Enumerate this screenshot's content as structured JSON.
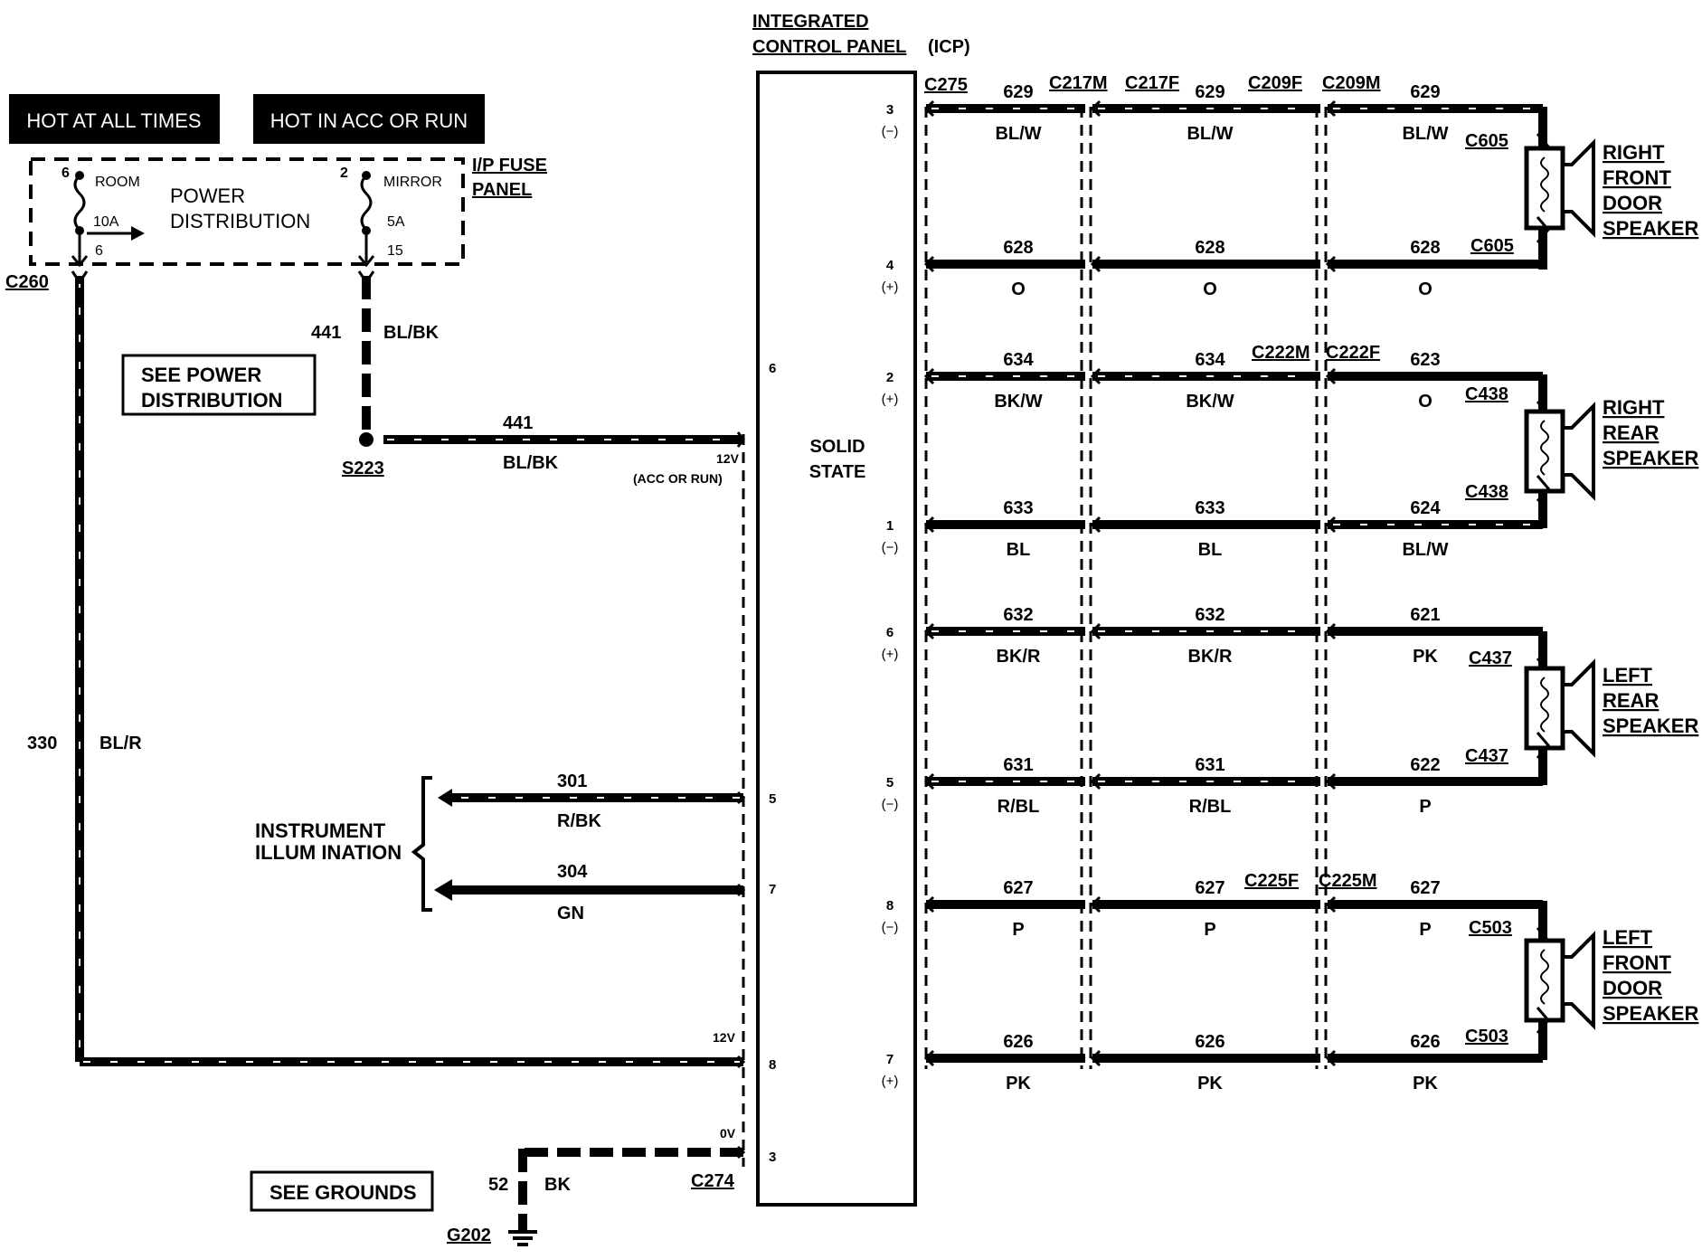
{
  "hot_boxes": {
    "hot_at_all_times": "HOT AT ALL TIMES",
    "hot_in_acc_or_run": "HOT IN ACC OR RUN"
  },
  "fuse_panel": {
    "title_line1": "I/P FUSE",
    "title_line2": "PANEL",
    "center_line1": "POWER",
    "center_line2": "DISTRIBUTION",
    "room": {
      "pin_in": "6",
      "name": "ROOM",
      "rating": "10A",
      "pin_out": "6"
    },
    "mirror": {
      "pin_in": "2",
      "name": "MIRROR",
      "rating": "5A",
      "pin_out": "15"
    }
  },
  "power_distribution_ref": {
    "line1": "SEE POWER",
    "line2": "DISTRIBUTION"
  },
  "grounds_ref": "SEE GROUNDS",
  "connectors": {
    "c260": "C260",
    "s223": "S223",
    "c274": "C274",
    "g202": "G202",
    "c275": "C275",
    "c217m": "C217M",
    "c217f": "C217F",
    "c209f": "C209F",
    "c209m": "C209M",
    "c222m": "C222M",
    "c222f": "C222F",
    "c225f": "C225F",
    "c225m": "C225M",
    "c605": "C605",
    "c438": "C438",
    "c437": "C437",
    "c503": "C503"
  },
  "power_wires": {
    "w441_num": "441",
    "w441_color": "BL/BK",
    "w330_num": "330",
    "w330_color": "BL/R",
    "w52_num": "52",
    "w52_color": "BK"
  },
  "instrument": {
    "label_line1": "INSTRUMENT",
    "label_line2": "ILLUM INATION",
    "w301_num": "301",
    "w301_color": "R/BK",
    "w304_num": "304",
    "w304_color": "GN"
  },
  "icp": {
    "title_line1": "INTEGRATED",
    "title_line2": "CONTROL PANEL",
    "title_suffix": "(ICP)",
    "center_line1": "SOLID",
    "center_line2": "STATE",
    "left_pins": {
      "p6": "6",
      "p5": "5",
      "p7": "7",
      "p8": "8",
      "p3": "3"
    },
    "volt_12v_acc": "12V",
    "acc_or_run": "(ACC OR RUN)",
    "volt_12v": "12V",
    "volt_0v": "0V",
    "right_pins": [
      {
        "num": "3",
        "pol": "(−)"
      },
      {
        "num": "4",
        "pol": "(+)"
      },
      {
        "num": "2",
        "pol": "(+)"
      },
      {
        "num": "1",
        "pol": "(−)"
      },
      {
        "num": "6",
        "pol": "(+)"
      },
      {
        "num": "5",
        "pol": "(−)"
      },
      {
        "num": "8",
        "pol": "(−)"
      },
      {
        "num": "7",
        "pol": "(+)"
      }
    ]
  },
  "speaker_wires": [
    {
      "a_num": "629",
      "a_color": "BL/W",
      "b_num": "629",
      "b_color": "BL/W",
      "c_num": "629",
      "c_color": "BL/W"
    },
    {
      "a_num": "628",
      "a_color": "O",
      "b_num": "628",
      "b_color": "O",
      "c_num": "628",
      "c_color": "O"
    },
    {
      "a_num": "634",
      "a_color": "BK/W",
      "b_num": "634",
      "b_color": "BK/W",
      "c_num": "623",
      "c_color": "O"
    },
    {
      "a_num": "633",
      "a_color": "BL",
      "b_num": "633",
      "b_color": "BL",
      "c_num": "624",
      "c_color": "BL/W"
    },
    {
      "a_num": "632",
      "a_color": "BK/R",
      "b_num": "632",
      "b_color": "BK/R",
      "c_num": "621",
      "c_color": "PK"
    },
    {
      "a_num": "631",
      "a_color": "R/BL",
      "b_num": "631",
      "b_color": "R/BL",
      "c_num": "622",
      "c_color": "P"
    },
    {
      "a_num": "627",
      "a_color": "P",
      "b_num": "627",
      "b_color": "P",
      "c_num": "627",
      "c_color": "P"
    },
    {
      "a_num": "626",
      "a_color": "PK",
      "b_num": "626",
      "b_color": "PK",
      "c_num": "626",
      "c_color": "PK"
    }
  ],
  "speakers": {
    "right_front": [
      "RIGHT",
      "FRONT",
      "DOOR",
      "SPEAKER"
    ],
    "right_rear": [
      "RIGHT",
      "REAR",
      "SPEAKER"
    ],
    "left_rear": [
      "LEFT",
      "REAR",
      "SPEAKER"
    ],
    "left_front": [
      "LEFT",
      "FRONT",
      "DOOR",
      "SPEAKER"
    ]
  }
}
